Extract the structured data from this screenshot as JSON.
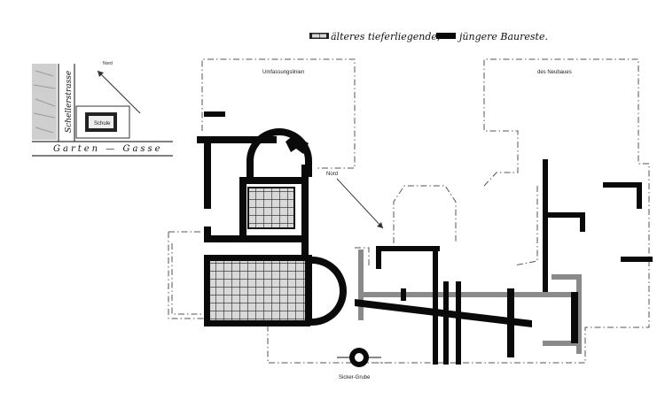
{
  "legend": {
    "old_label": "älteres tieferliegende,",
    "new_label": "jüngere Baureste."
  },
  "site_map": {
    "street_label": "Schellerstrasse",
    "garden_lane_label": "Garten — Gasse",
    "north_label": "Nord",
    "school_label": "Schule"
  },
  "plan": {
    "outline_left_label": "Umfassungslinien",
    "outline_right_label": "des Neubaues",
    "north_label": "Nord",
    "well_label": "Sicker-Grube"
  },
  "colors": {
    "old_walls": "#0a0a0a",
    "young_walls": "#8a8a8a",
    "outline": "#555555"
  }
}
